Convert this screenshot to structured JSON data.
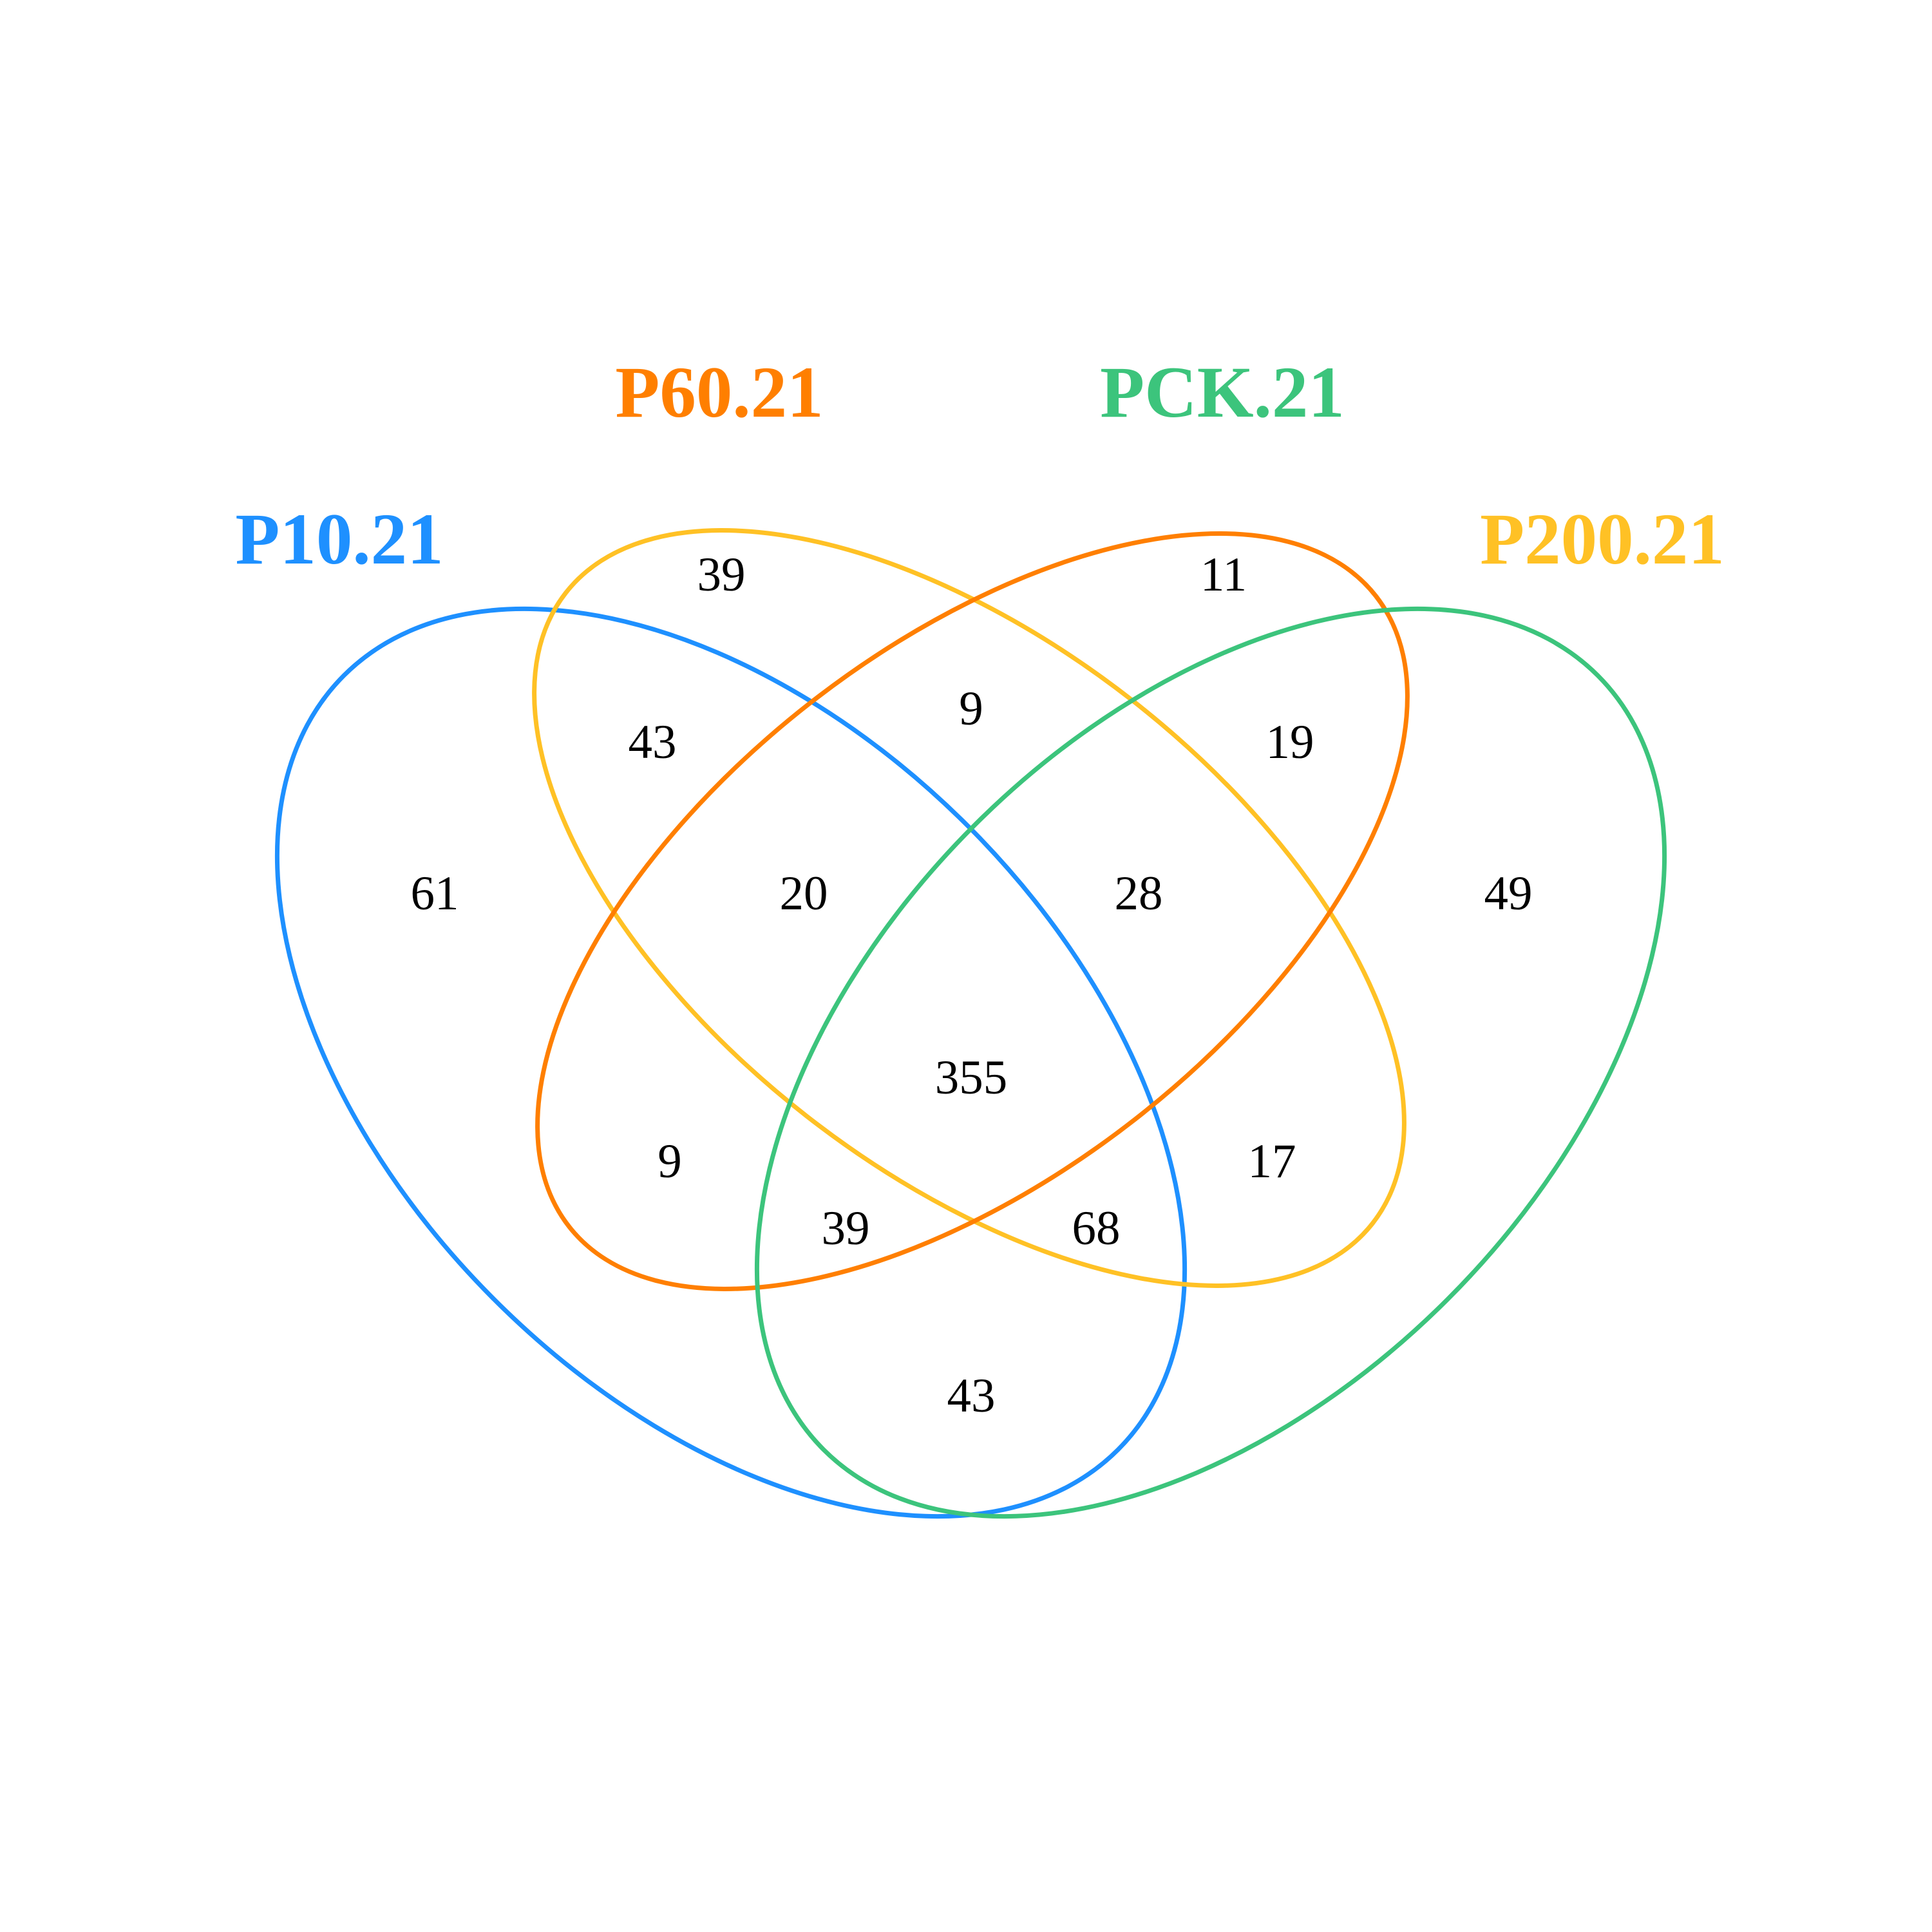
{
  "sets": [
    {
      "name": "P10.21",
      "color": "#1E90FF"
    },
    {
      "name": "P60.21",
      "color": "#FF7F00"
    },
    {
      "name": "PCK.21",
      "color": "#3CC47C"
    },
    {
      "name": "P200.21",
      "color": "#FFC125"
    }
  ],
  "outline_colors": {
    "P10.21": "#1E90FF",
    "P60.21": "#FFC125",
    "PCK.21": "#FF7F00",
    "P200.21": "#3CC47C"
  },
  "regions": [
    {
      "sets": [
        "P10.21"
      ],
      "value": "61"
    },
    {
      "sets": [
        "P60.21"
      ],
      "value": "39"
    },
    {
      "sets": [
        "PCK.21"
      ],
      "value": "11"
    },
    {
      "sets": [
        "P200.21"
      ],
      "value": "49"
    },
    {
      "sets": [
        "P10.21",
        "P60.21"
      ],
      "value": "43"
    },
    {
      "sets": [
        "P60.21",
        "PCK.21"
      ],
      "value": "9"
    },
    {
      "sets": [
        "PCK.21",
        "P200.21"
      ],
      "value": "19"
    },
    {
      "sets": [
        "P10.21",
        "P60.21",
        "PCK.21"
      ],
      "value": "20"
    },
    {
      "sets": [
        "P60.21",
        "PCK.21",
        "P200.21"
      ],
      "value": "28"
    },
    {
      "sets": [
        "P10.21",
        "P60.21",
        "PCK.21",
        "P200.21"
      ],
      "value": "355"
    },
    {
      "sets": [
        "P10.21",
        "PCK.21"
      ],
      "value": "9"
    },
    {
      "sets": [
        "P60.21",
        "P200.21"
      ],
      "value": "17"
    },
    {
      "sets": [
        "P10.21",
        "PCK.21",
        "P200.21"
      ],
      "value": "39"
    },
    {
      "sets": [
        "P10.21",
        "P60.21",
        "P200.21"
      ],
      "value": "68"
    },
    {
      "sets": [
        "P10.21",
        "P200.21"
      ],
      "value": "43"
    }
  ]
}
